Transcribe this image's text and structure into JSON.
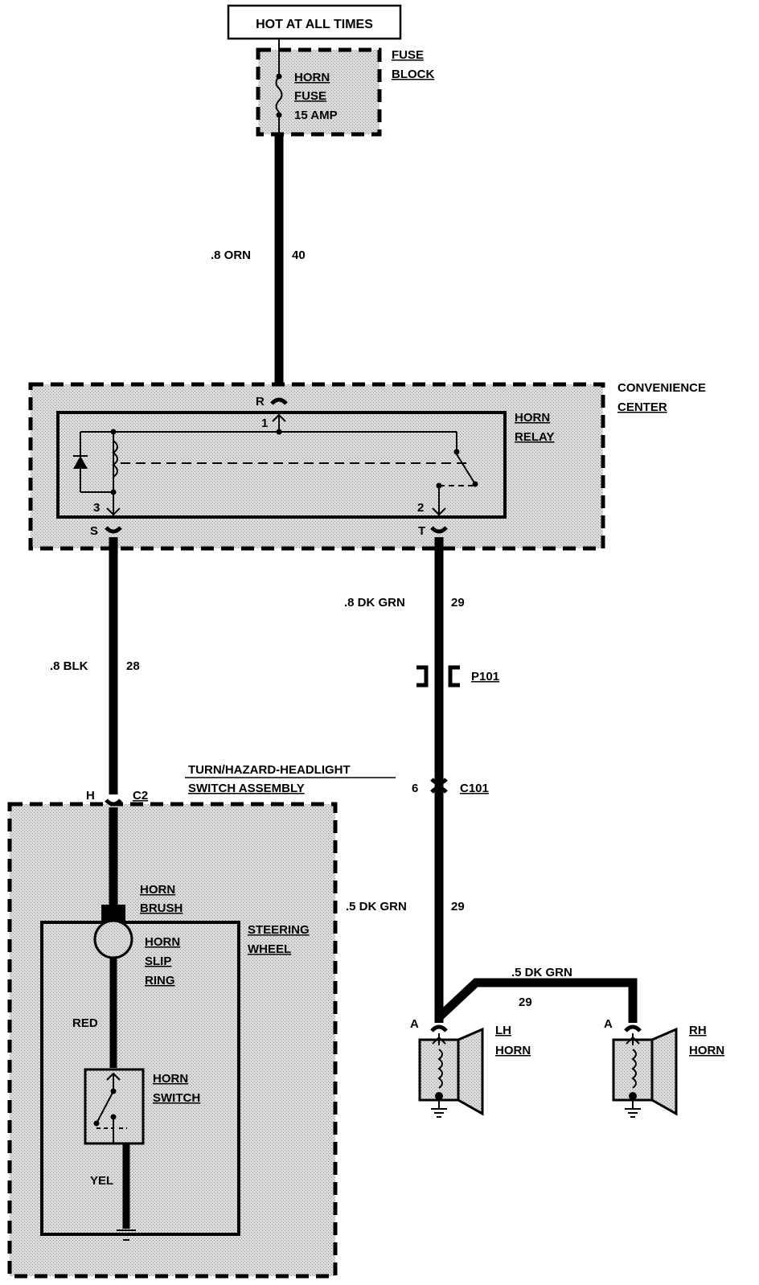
{
  "source_box": {
    "label": "HOT AT ALL TIMES"
  },
  "fuse_block": {
    "title_line1": "FUSE",
    "title_line2": "BLOCK",
    "fuse_line1": "HORN",
    "fuse_line2": "FUSE",
    "fuse_line3": "15 AMP"
  },
  "wires": {
    "orn": {
      "gauge_color": ".8 ORN",
      "circuit": "40"
    },
    "blk": {
      "gauge_color": ".8 BLK",
      "circuit": "28"
    },
    "dkgrn_upper": {
      "gauge_color": ".8 DK GRN",
      "circuit": "29"
    },
    "dkgrn_lower": {
      "gauge_color": ".5 DK GRN",
      "circuit": "29"
    },
    "dkgrn_rh": {
      "gauge_color": ".5 DK GRN",
      "circuit": "29"
    },
    "red": {
      "color": "RED"
    },
    "yel": {
      "color": "YEL"
    }
  },
  "convenience_center": {
    "title_line1": "CONVENIENCE",
    "title_line2": "CENTER",
    "relay_line1": "HORN",
    "relay_line2": "RELAY",
    "terminal_r": "R",
    "terminal_s": "S",
    "terminal_t": "T",
    "pin_1": "1",
    "pin_2": "2",
    "pin_3": "3"
  },
  "connectors": {
    "p101": "P101",
    "c101": "C101",
    "c101_pin": "6",
    "c2": "C2",
    "c2_pin": "H"
  },
  "switch_assembly": {
    "title_line1": "TURN/HAZARD-HEADLIGHT",
    "title_line2": "SWITCH ASSEMBLY",
    "brush_line1": "HORN",
    "brush_line2": "BRUSH",
    "slip_line1": "HORN",
    "slip_line2": "SLIP",
    "slip_line3": "RING",
    "wheel_line1": "STEERING",
    "wheel_line2": "WHEEL",
    "switch_line1": "HORN",
    "switch_line2": "SWITCH"
  },
  "horns": {
    "lh_line1": "LH",
    "lh_line2": "HORN",
    "rh_line1": "RH",
    "rh_line2": "HORN",
    "lh_pin": "A",
    "rh_pin": "A"
  }
}
